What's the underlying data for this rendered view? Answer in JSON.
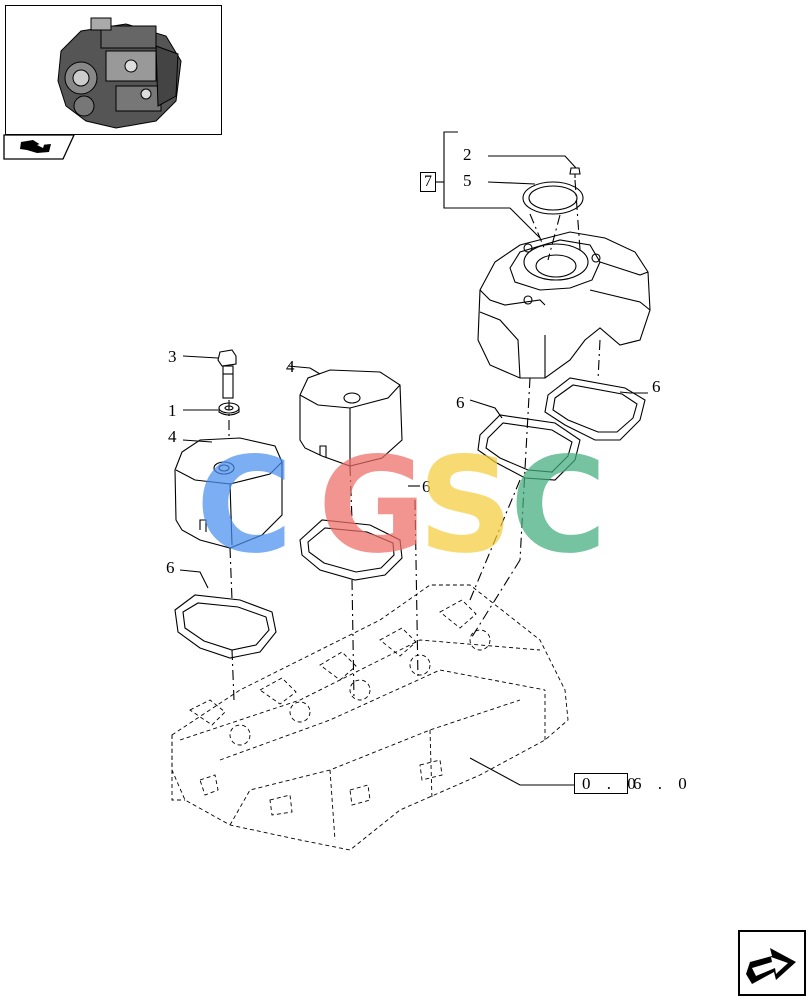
{
  "diagram": {
    "callouts": {
      "c1": "1",
      "c2": "2",
      "c3": "3",
      "c4a": "4",
      "c4b": "4",
      "c5": "5",
      "c6a": "6",
      "c6b": "6",
      "c6c": "6",
      "c6d": "6",
      "c7": "7"
    },
    "reference": {
      "boxed_part": "0 . 0",
      "suffix_part": "6 . 0"
    }
  },
  "watermark": {
    "letters": [
      "C",
      "G",
      "S",
      "C"
    ],
    "colors": [
      "#4a8ff0",
      "#ee6d66",
      "#f6cd3e",
      "#42ad7e"
    ]
  },
  "colors": {
    "line": "#000000",
    "background": "#ffffff"
  },
  "icons": {
    "thumbnail": "engine-thumbnail-icon",
    "tab": "book-arrow-icon",
    "navigation": "next-page-arrow-icon"
  }
}
